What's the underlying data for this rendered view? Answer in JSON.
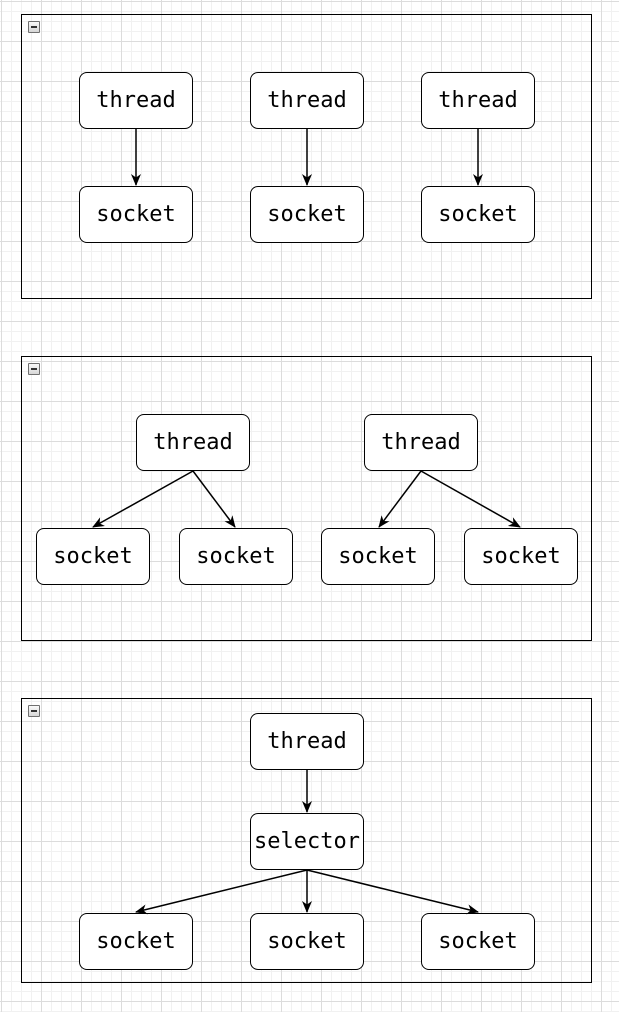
{
  "panels": [
    {
      "nodes": [
        "thread",
        "thread",
        "thread",
        "socket",
        "socket",
        "socket"
      ]
    },
    {
      "nodes": [
        "thread",
        "thread",
        "socket",
        "socket",
        "socket",
        "socket"
      ]
    },
    {
      "nodes": [
        "thread",
        "selector",
        "socket",
        "socket",
        "socket"
      ]
    }
  ]
}
